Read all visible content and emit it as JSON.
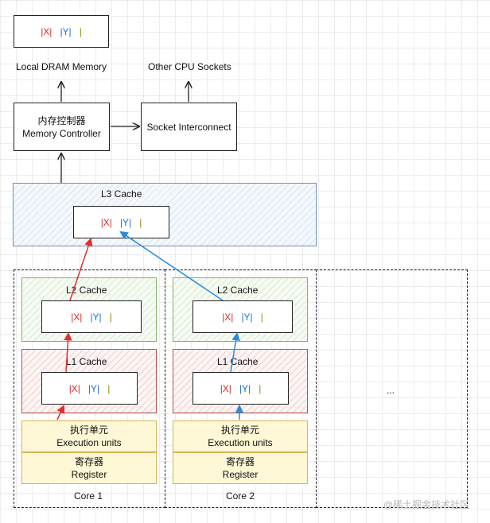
{
  "memory_slot": {
    "x": "|X|",
    "y": "|Y|",
    "z": "|"
  },
  "local_dram": "Local DRAM Memory",
  "other_sockets": "Other CPU Sockets",
  "mem_ctrl": {
    "cn": "内存控制器",
    "en": "Memory Controller"
  },
  "socket_interconnect": "Socket Interconnect",
  "l3": {
    "title": "L3 Cache",
    "x": "|X|",
    "y": "|Y|",
    "z": "|"
  },
  "cores": [
    {
      "name": "Core 1",
      "l2": {
        "title": "L2 Cache",
        "x": "|X|",
        "y": "|Y|",
        "z": "|"
      },
      "l1": {
        "title": "L1 Cache",
        "x": "|X|",
        "y": "|Y|",
        "z": "|"
      },
      "exec": {
        "cn": "执行单元",
        "en": "Execution units"
      },
      "reg": {
        "cn": "寄存器",
        "en": "Register"
      }
    },
    {
      "name": "Core 2",
      "l2": {
        "title": "L2 Cache",
        "x": "|X|",
        "y": "|Y|",
        "z": "|"
      },
      "l1": {
        "title": "L1 Cache",
        "x": "|X|",
        "y": "|Y|",
        "z": "|"
      },
      "exec": {
        "cn": "执行单元",
        "en": "Execution units"
      },
      "reg": {
        "cn": "寄存器",
        "en": "Register"
      }
    }
  ],
  "more_cores": "...",
  "watermark": "@稀土掘金技术社区",
  "colors": {
    "x": "#d62728",
    "y": "#1f6fd6",
    "z": "#8a8a00",
    "red_arrow": "#e03030",
    "blue_arrow": "#2b8ad8"
  }
}
